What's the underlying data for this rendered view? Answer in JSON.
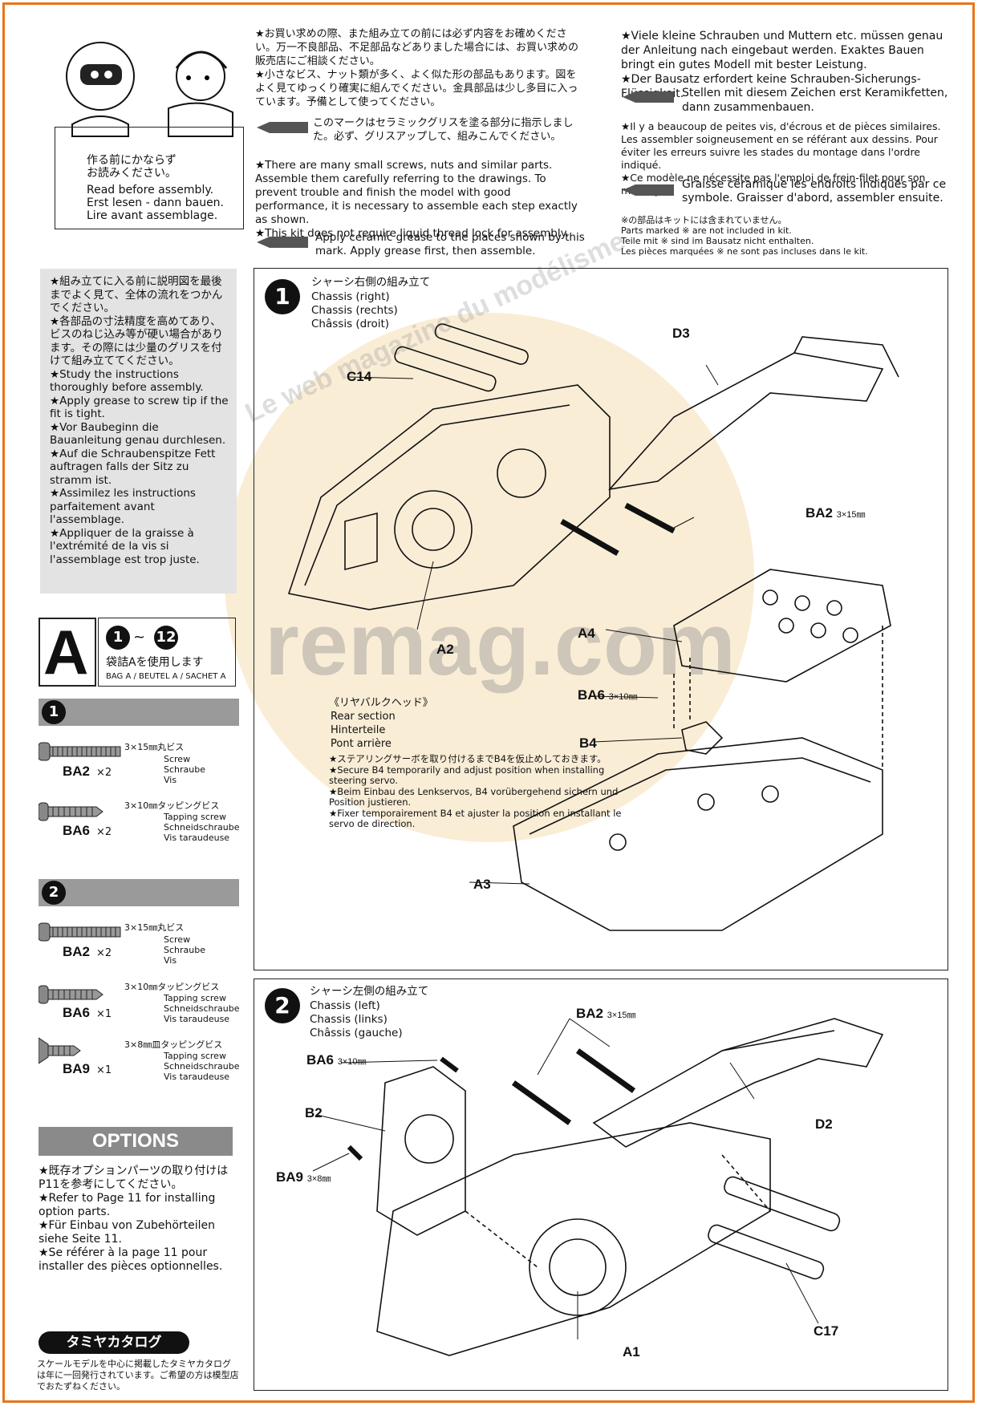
{
  "header": {
    "note_jp": "作る前にかならず\nお読みください。",
    "note_en": "Read before assembly.",
    "note_de": "Erst lesen - dann bauen.",
    "note_fr": "Lire avant assemblage.",
    "jp_col1": "★お買い求めの際、また組み立ての前には必ず内容をお確めください。万一不良部品、不足部品などありました場合には、お買い求めの販売店にご相談ください。\n★小さなビス、ナット類が多く、よく似た形の部品もあります。図をよく見てゆっくり確実に組んでください。金具部品は少し多目に入っています。予備として使ってください。",
    "jp_grease": "このマークはセラミックグリスを塗る部分に指示しました。必ず、グリスアップして、組みこんでください。",
    "en_col1": "★There are many small screws, nuts and similar parts. Assemble them carefully referring to the drawings. To prevent trouble and finish the model with good performance, it is necessary to assemble each step exactly as shown.\n★This kit does not require liquid thread lock for assembly.",
    "en_grease": "Apply ceramic grease to the places shown by this mark.  Apply grease first, then assemble.",
    "de_col": "★Viele kleine Schrauben und Muttern etc. müssen genau der Anleitung nach eingebaut werden. Exaktes Bauen bringt ein gutes Modell mit bester Leistung.\n★Der Bausatz erfordert keine Schrauben-Sicherungs-Flüssigkeit.",
    "de_grease": "Stellen mit diesem Zeichen erst Keramikfetten, dann zusammenbauen.",
    "fr_col": "★Il y a beaucoup de peites vis, d'écrous et de pièces similaires. Les assembler soigneusement en se référant aux dessins. Pour éviter les erreurs suivre les stades du montage dans l'ordre indiqué.\n★Ce modèle ne nécessite pas l'emploi de frein-filet pour son montage.",
    "fr_grease": "Graisse céramique les endroits indiqués par ce symbole. Graisser d'abord, assembler ensuite.",
    "not_included": "※の部品はキットには含まれていません。\nParts marked ※ are not included in kit.\nTeile mit ※ sind im Bausatz nicht enthalten.\nLes pièces marquées ※ ne sont pas incluses dans le kit."
  },
  "sidebar": {
    "tips": "★組み立てに入る前に説明図を最後までよく見て、全体の流れをつかんでください。\n★各部品の寸法精度を高めてあり、ビスのねじ込み等が硬い場合があります。その際には少量のグリスを付けて組み立ててください。\n★Study the instructions thoroughly before assembly.\n★Apply grease to screw tip if the fit is tight.\n★Vor Baubeginn die Bauanleitung genau durchlesen.\n★Auf die Schraubenspitze Fett auftragen falls der Sitz zu stramm ist.\n★Assimilez les instructions parfaitement avant l'assemblage.\n★Appliquer de la graisse à l'extrémité de la vis si l'assemblage est trop juste.",
    "bag_letter": "A",
    "bag_from": "1",
    "bag_to": "12",
    "bag_tilde": "~",
    "bag_jp": "袋詰Aを使用します",
    "bag_multi": "BAG A / BEUTEL A / SACHET A",
    "step1_num": "1",
    "step2_num": "2",
    "screw_ba2_dim": "3×15㎜丸ビス",
    "screw_ba2_desc": "Screw\nSchraube\nVis",
    "screw_ba2_code": "BA2",
    "screw_ba2_qty_1": "×2",
    "screw_ba6_dim": "3×10㎜タッピングビス",
    "screw_ba6_desc": "Tapping screw\nSchneidschraube\nVis taraudeuse",
    "screw_ba6_code": "BA6",
    "screw_ba6_qty_1": "×2",
    "screw_ba2_qty_2": "×2",
    "screw_ba6_qty_2": "×1",
    "screw_ba9_dim": "3×8㎜皿タッピングビス",
    "screw_ba9_desc": "Tapping screw\nSchneidschraube\nVis taraudeuse",
    "screw_ba9_code": "BA9",
    "screw_ba9_qty": "×1",
    "options_title": "OPTIONS",
    "options_text": "★既存オプションパーツの取り付けはP11を参考にしてください。\n★Refer to Page 11 for installing option parts.\n★Für Einbau von Zubehörteilen siehe Seite 11.\n★Se référer à la page 11 pour installer des pièces optionnelles.",
    "catalog_title": "タミヤカタログ",
    "catalog_text": "スケールモデルを中心に掲載したタミヤカタログは年に一回発行されています。ご希望の方は模型店でおたずねください。"
  },
  "step1": {
    "num": "1",
    "title_jp": "シャーシ右側の組み立て",
    "title_en": "Chassis (right)",
    "title_de": "Chassis (rechts)",
    "title_fr": "Châssis (droit)",
    "parts": {
      "c14": "C14",
      "d3": "D3",
      "ba2": "BA2",
      "ba2_dim": "3×15㎜",
      "a2": "A2",
      "a4": "A4",
      "ba6": "BA6",
      "ba6_dim": "3×10㎜",
      "b4": "B4",
      "a3": "A3"
    },
    "rear_jp": "《リヤバルクヘッド》",
    "rear_en": "Rear section",
    "rear_de": "Hinterteile",
    "rear_fr": "Pont arrière",
    "rear_notes": "★ステアリングサーボを取り付けるまでB4を仮止めしておきます。\n★Secure B4 temporarily and adjust position when installing steering servo.\n★Beim Einbau des Lenkservos, B4 vorübergehend sichern und Position justieren.\n★Fixer temporairement B4 et ajuster la position en installant le servo de direction."
  },
  "step2": {
    "num": "2",
    "title_jp": "シャーシ左側の組み立て",
    "title_en": "Chassis (left)",
    "title_de": "Chassis (links)",
    "title_fr": "Châssis (gauche)",
    "parts": {
      "ba2": "BA2",
      "ba2_dim": "3×15㎜",
      "ba6": "BA6",
      "ba6_dim": "3×10㎜",
      "b2": "B2",
      "d2": "D2",
      "ba9": "BA9",
      "ba9_dim": "3×8㎜",
      "a1": "A1",
      "c17": "C17"
    }
  },
  "watermark": {
    "line1": "Le web magazine du modélisme",
    "line2": "remag.com"
  },
  "colors": {
    "border": "#e8761a",
    "watermark_disc": "#f6dfb4",
    "grey_bar": "#9a9a9a",
    "ink": "#111111"
  }
}
